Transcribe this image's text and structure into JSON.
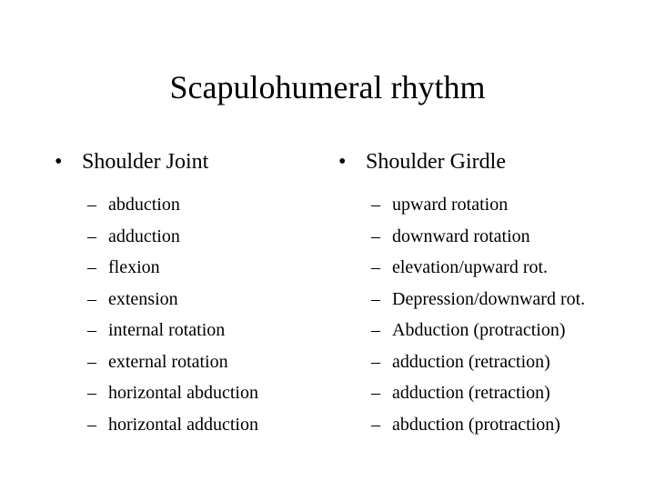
{
  "title": "Scapulohumeral rhythm",
  "bullet_symbol": "•",
  "dash_symbol": "–",
  "left": {
    "heading": "Shoulder Joint",
    "items": [
      "abduction",
      "adduction",
      "flexion",
      "extension",
      "internal rotation",
      "external rotation",
      "horizontal abduction",
      "horizontal adduction"
    ]
  },
  "right": {
    "heading": "Shoulder Girdle",
    "items": [
      "upward rotation",
      "downward rotation",
      "elevation/upward rot.",
      "Depression/downward rot.",
      "Abduction (protraction)",
      "adduction (retraction)",
      "adduction (retraction)",
      "abduction (protraction)"
    ]
  }
}
